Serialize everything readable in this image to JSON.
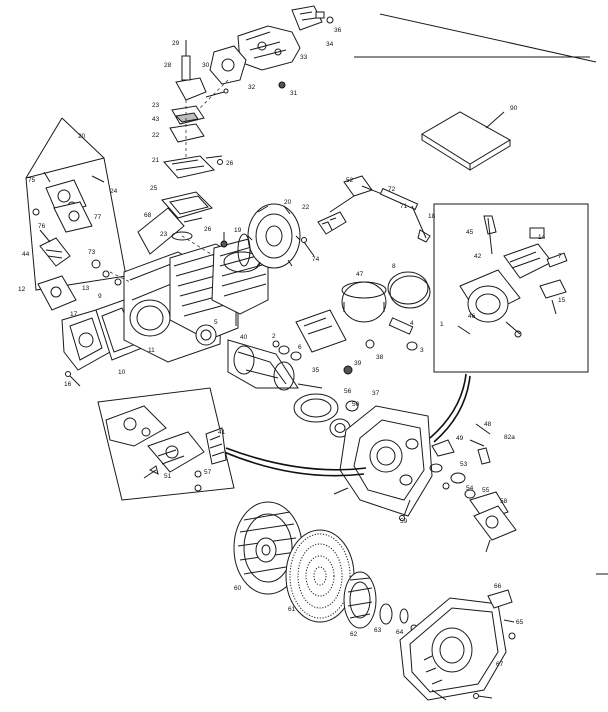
{
  "callouts": [
    {
      "id": "c1",
      "text": "36"
    },
    {
      "id": "c2",
      "text": "34"
    },
    {
      "id": "c3",
      "text": "29"
    },
    {
      "id": "c4",
      "text": "30"
    },
    {
      "id": "c5",
      "text": "33"
    },
    {
      "id": "c6",
      "text": "28"
    },
    {
      "id": "c7",
      "text": "32"
    },
    {
      "id": "c8",
      "text": "31"
    },
    {
      "id": "c9",
      "text": "23"
    },
    {
      "id": "c10",
      "text": "43"
    },
    {
      "id": "c11",
      "text": "22"
    },
    {
      "id": "c12",
      "text": "21"
    },
    {
      "id": "c13",
      "text": "26"
    },
    {
      "id": "c14",
      "text": "90"
    },
    {
      "id": "c15",
      "text": "20"
    },
    {
      "id": "c16",
      "text": "75"
    },
    {
      "id": "c17",
      "text": "24"
    },
    {
      "id": "c18",
      "text": "77"
    },
    {
      "id": "c19",
      "text": "76"
    },
    {
      "id": "c20",
      "text": "68"
    },
    {
      "id": "c21",
      "text": "25"
    },
    {
      "id": "c22",
      "text": "52"
    },
    {
      "id": "c23",
      "text": "72"
    },
    {
      "id": "c24",
      "text": "23"
    },
    {
      "id": "c25",
      "text": "26"
    },
    {
      "id": "c26",
      "text": "19"
    },
    {
      "id": "c27",
      "text": "20"
    },
    {
      "id": "c28",
      "text": "22"
    },
    {
      "id": "c29",
      "text": "71"
    },
    {
      "id": "c30",
      "text": "18"
    },
    {
      "id": "c31",
      "text": "74"
    },
    {
      "id": "c32",
      "text": "44"
    },
    {
      "id": "c33",
      "text": "45"
    },
    {
      "id": "c34",
      "text": "42"
    },
    {
      "id": "c35",
      "text": "14"
    },
    {
      "id": "c36",
      "text": "73"
    },
    {
      "id": "c37",
      "text": "12"
    },
    {
      "id": "c38",
      "text": "13"
    },
    {
      "id": "c39",
      "text": "9"
    },
    {
      "id": "c40",
      "text": "8"
    },
    {
      "id": "c41",
      "text": "47"
    },
    {
      "id": "c42",
      "text": "46"
    },
    {
      "id": "c43",
      "text": "7"
    },
    {
      "id": "c44",
      "text": "1"
    },
    {
      "id": "c45",
      "text": "15"
    },
    {
      "id": "c46",
      "text": "17"
    },
    {
      "id": "c47",
      "text": "16"
    },
    {
      "id": "c48",
      "text": "10"
    },
    {
      "id": "c49",
      "text": "11"
    },
    {
      "id": "c50",
      "text": "5"
    },
    {
      "id": "c51",
      "text": "4"
    },
    {
      "id": "c52",
      "text": "3"
    },
    {
      "id": "c53",
      "text": "2"
    },
    {
      "id": "c54",
      "text": "6"
    },
    {
      "id": "c55",
      "text": "40"
    },
    {
      "id": "c56",
      "text": "39"
    },
    {
      "id": "c57",
      "text": "38"
    },
    {
      "id": "c58",
      "text": "37"
    },
    {
      "id": "c59",
      "text": "56"
    },
    {
      "id": "c60",
      "text": "35"
    },
    {
      "id": "c61",
      "text": "50"
    },
    {
      "id": "c62",
      "text": "48"
    },
    {
      "id": "c63",
      "text": "49"
    },
    {
      "id": "c64",
      "text": "82a"
    },
    {
      "id": "c65",
      "text": "53"
    },
    {
      "id": "c66",
      "text": "54"
    },
    {
      "id": "c67",
      "text": "55"
    },
    {
      "id": "c68",
      "text": "58"
    },
    {
      "id": "c69",
      "text": "57"
    },
    {
      "id": "c70",
      "text": "51"
    },
    {
      "id": "c71",
      "text": "41"
    },
    {
      "id": "c72",
      "text": "59"
    },
    {
      "id": "c73",
      "text": "60"
    },
    {
      "id": "c74",
      "text": "61"
    },
    {
      "id": "c75",
      "text": "62"
    },
    {
      "id": "c76",
      "text": "63"
    },
    {
      "id": "c77",
      "text": "64"
    },
    {
      "id": "c78",
      "text": "66"
    },
    {
      "id": "c79",
      "text": "65"
    },
    {
      "id": "c80",
      "text": "67"
    }
  ]
}
